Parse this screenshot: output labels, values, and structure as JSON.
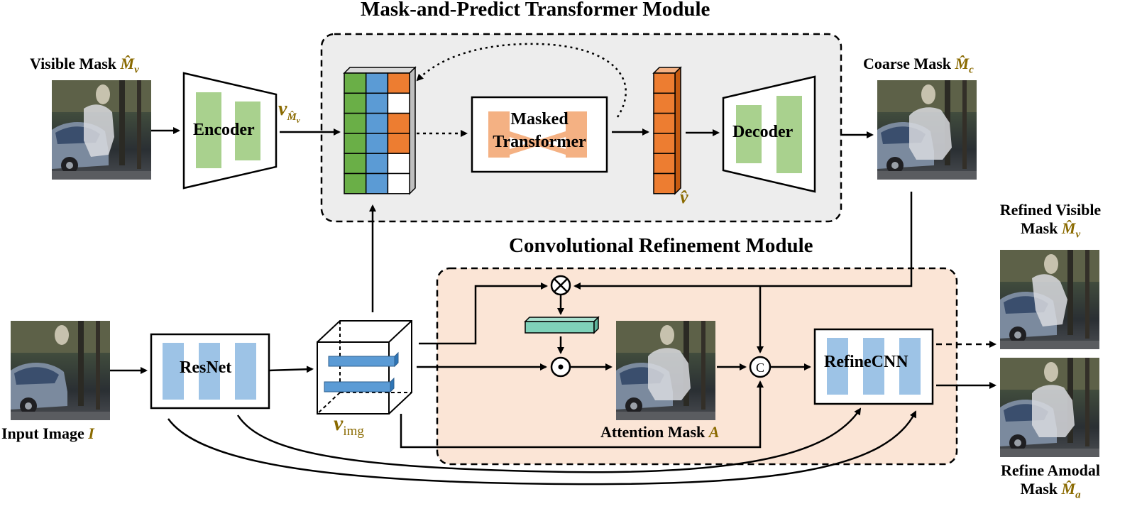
{
  "module_titles": {
    "mask_predict": "Mask-and-Predict Transformer Module",
    "conv_refine": "Convolutional Refinement Module"
  },
  "images": {
    "visible_mask": {
      "label": "Visible Mask",
      "symbol": "M̂",
      "subscript": "v"
    },
    "coarse_mask": {
      "label": "Coarse Mask",
      "symbol": "M̂",
      "subscript": "c"
    },
    "input_image": {
      "label": "Input Image",
      "symbol": "I"
    },
    "attention_mask": {
      "label": "Attention Mask",
      "symbol": "A"
    },
    "refined_visible": {
      "line1": "Refined Visible",
      "line2": "Mask",
      "symbol": "M̂",
      "subscript": "v"
    },
    "refine_amodal": {
      "line1": "Refine Amodal",
      "line2": "Mask",
      "symbol": "M̂",
      "subscript": "a"
    }
  },
  "blocks": {
    "encoder": "Encoder",
    "decoder": "Decoder",
    "masked_transformer_line1": "Masked",
    "masked_transformer_line2": "Transformer",
    "resnet": "ResNet",
    "refinecnn": "RefineCNN"
  },
  "symbols": {
    "v_mv": "v",
    "v_mv_sub": "M̂",
    "v_mv_subsub": "v",
    "v_hat": "v̂",
    "v_img": "v",
    "v_img_sub": "img",
    "concat": "C"
  },
  "colors": {
    "green_token": "#6aaf47",
    "blue_token": "#5b9bd5",
    "orange_token": "#ed7d31",
    "light_green_block": "#a9d18e",
    "light_blue_block": "#9dc3e6",
    "light_orange_block": "#f4b183",
    "teal_bar": "#7fd1b9",
    "transformer_bg": "#ededed",
    "refine_bg": "#fbe5d6",
    "accent_gold": "#8a6a00"
  }
}
